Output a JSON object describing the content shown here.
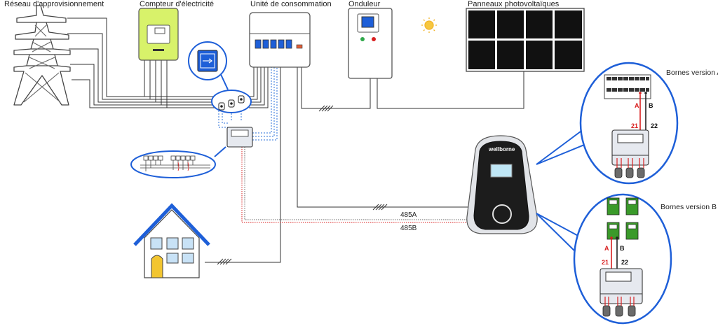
{
  "labels": {
    "grid": "Réseau d'approvisionnement",
    "meter": "Compteur d'électricité",
    "consumer_unit": "Unité de consommation",
    "inverter": "Onduleur",
    "panels": "Panneaux photovoltaïques",
    "version_a": "Bornes version A",
    "version_b": "Bornes version B"
  },
  "wire_labels": {
    "line_a": "485A",
    "line_b": "485B"
  },
  "charger": {
    "brand": "wellborne"
  },
  "terminals": {
    "a": "A",
    "b": "B",
    "t21": "21",
    "t22": "22"
  },
  "colors": {
    "accent_blue": "#1e5fd8",
    "meter_green": "#d8f26a",
    "wire_red": "#d82020",
    "terminal_green": "#3a9a2a"
  }
}
